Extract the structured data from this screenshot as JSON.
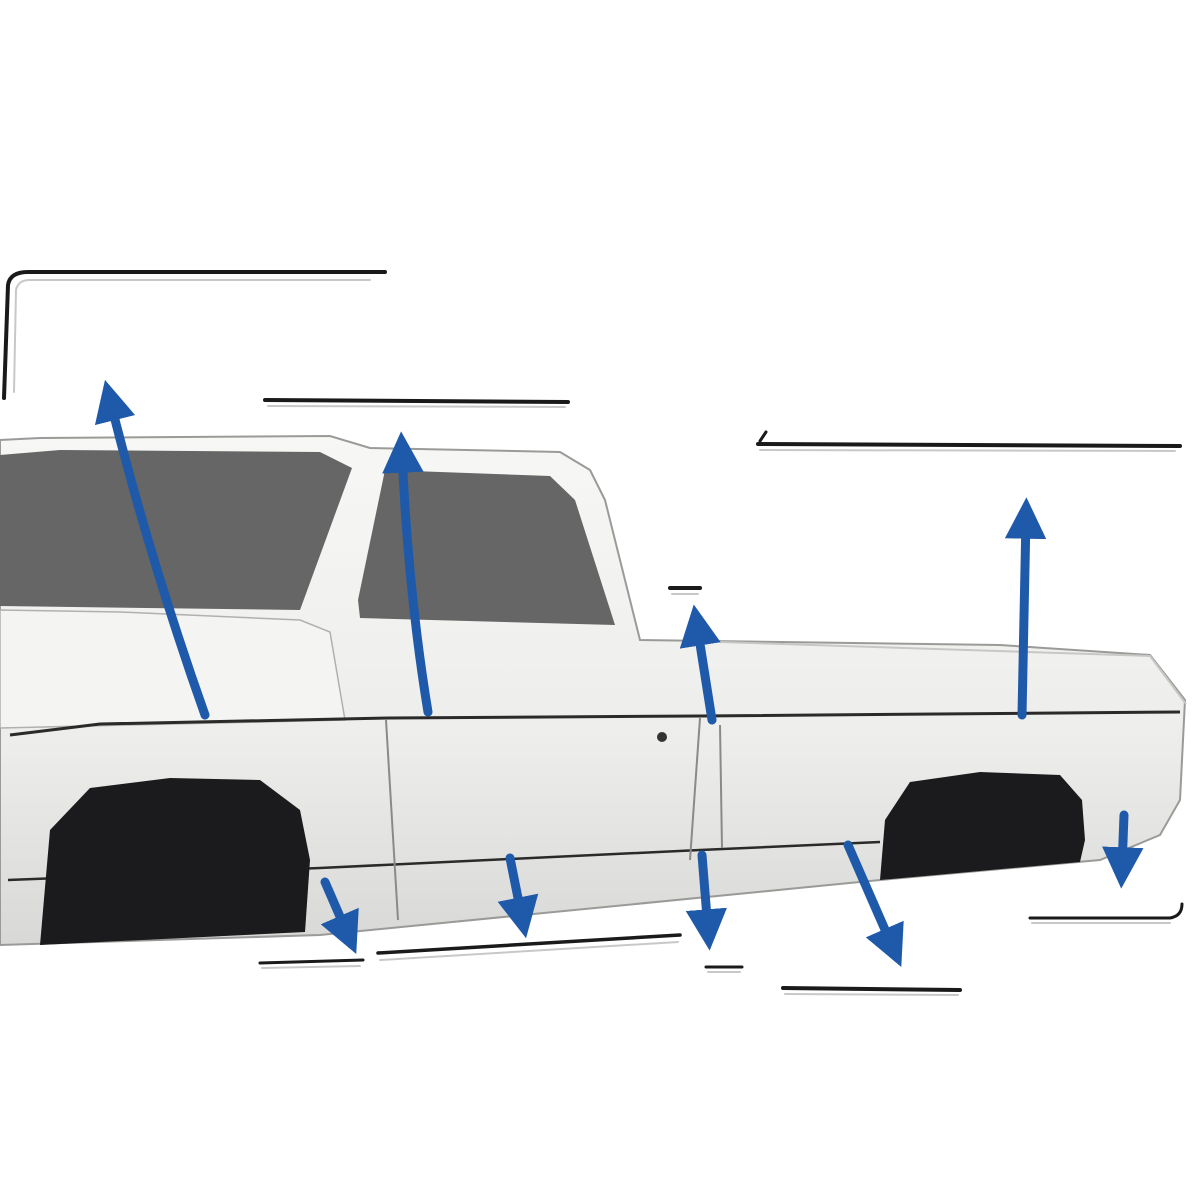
{
  "diagram": {
    "subject": "pickup-truck-side-trim-moldings",
    "colors": {
      "background": "#ffffff",
      "body_paint": "#f2f2f0",
      "body_shade": "#dcdcda",
      "glass": "#666666",
      "tire": "#1b1b1d",
      "arrow": "#1f5aaa",
      "chrome_dark": "#1a1a1a",
      "chrome_light": "#c8c8c8"
    },
    "parts": [
      {
        "name": "windshield-molding",
        "arrow_direction": "up"
      },
      {
        "name": "door-window-top-molding",
        "arrow_direction": "up"
      },
      {
        "name": "cab-back-corner-molding",
        "arrow_direction": "up"
      },
      {
        "name": "bed-upper-side-molding",
        "arrow_direction": "up"
      },
      {
        "name": "front-fender-lower-molding",
        "arrow_direction": "down"
      },
      {
        "name": "door-lower-molding",
        "arrow_direction": "down"
      },
      {
        "name": "cab-corner-lower-molding",
        "arrow_direction": "down"
      },
      {
        "name": "bed-lower-molding",
        "arrow_direction": "down"
      },
      {
        "name": "rear-bed-end-molding",
        "arrow_direction": "down"
      }
    ]
  }
}
